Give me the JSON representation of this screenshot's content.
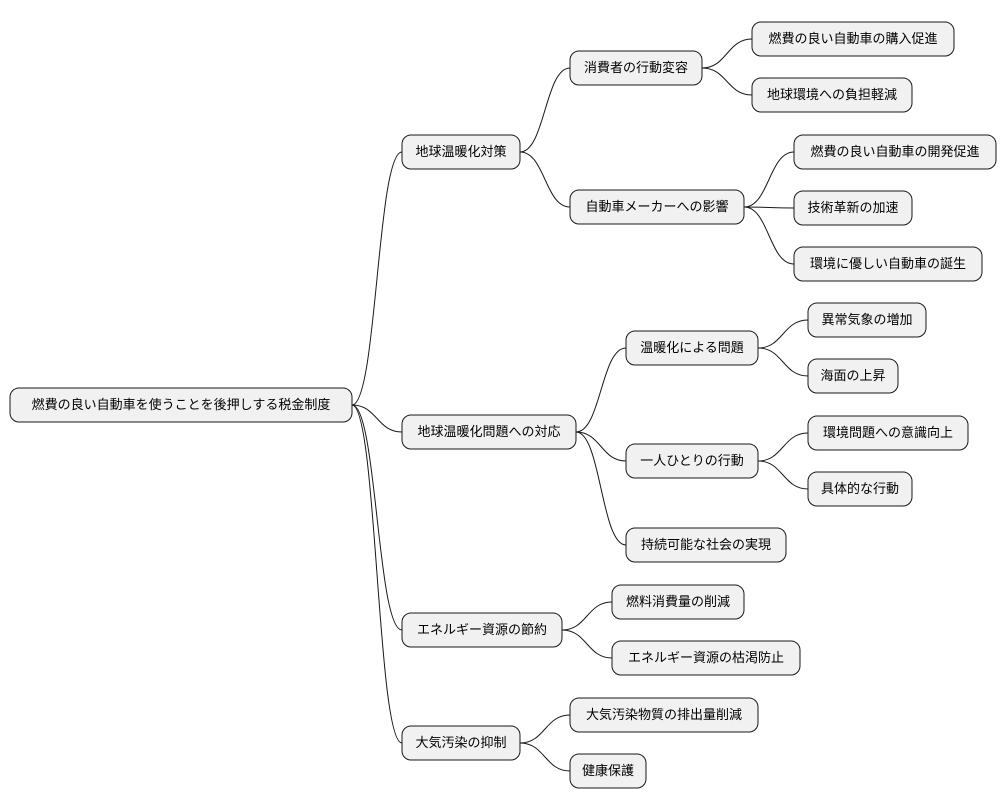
{
  "root": {
    "label": "燃費の良い自動車を使うことを後押しする税金制度",
    "children": [
      {
        "label": "地球温暖化対策",
        "children": [
          {
            "label": "消費者の行動変容",
            "children": [
              {
                "label": "燃費の良い自動車の購入促進"
              },
              {
                "label": "地球環境への負担軽減"
              }
            ]
          },
          {
            "label": "自動車メーカーへの影響",
            "children": [
              {
                "label": "燃費の良い自動車の開発促進"
              },
              {
                "label": "技術革新の加速"
              },
              {
                "label": "環境に優しい自動車の誕生"
              }
            ]
          }
        ]
      },
      {
        "label": "地球温暖化問題への対応",
        "children": [
          {
            "label": "温暖化による問題",
            "children": [
              {
                "label": "異常気象の増加"
              },
              {
                "label": "海面の上昇"
              }
            ]
          },
          {
            "label": "一人ひとりの行動",
            "children": [
              {
                "label": "環境問題への意識向上"
              },
              {
                "label": "具体的な行動"
              }
            ]
          },
          {
            "label": "持続可能な社会の実現"
          }
        ]
      },
      {
        "label": "エネルギー資源の節約",
        "children": [
          {
            "label": "燃料消費量の削減"
          },
          {
            "label": "エネルギー資源の枯渇防止"
          }
        ]
      },
      {
        "label": "大気汚染の抑制",
        "children": [
          {
            "label": "大気汚染物質の排出量削減"
          },
          {
            "label": "健康保護"
          }
        ]
      }
    ]
  },
  "colors": {
    "node_fill": "#f1f1f1",
    "node_stroke": "#181818",
    "text": "#000000"
  }
}
